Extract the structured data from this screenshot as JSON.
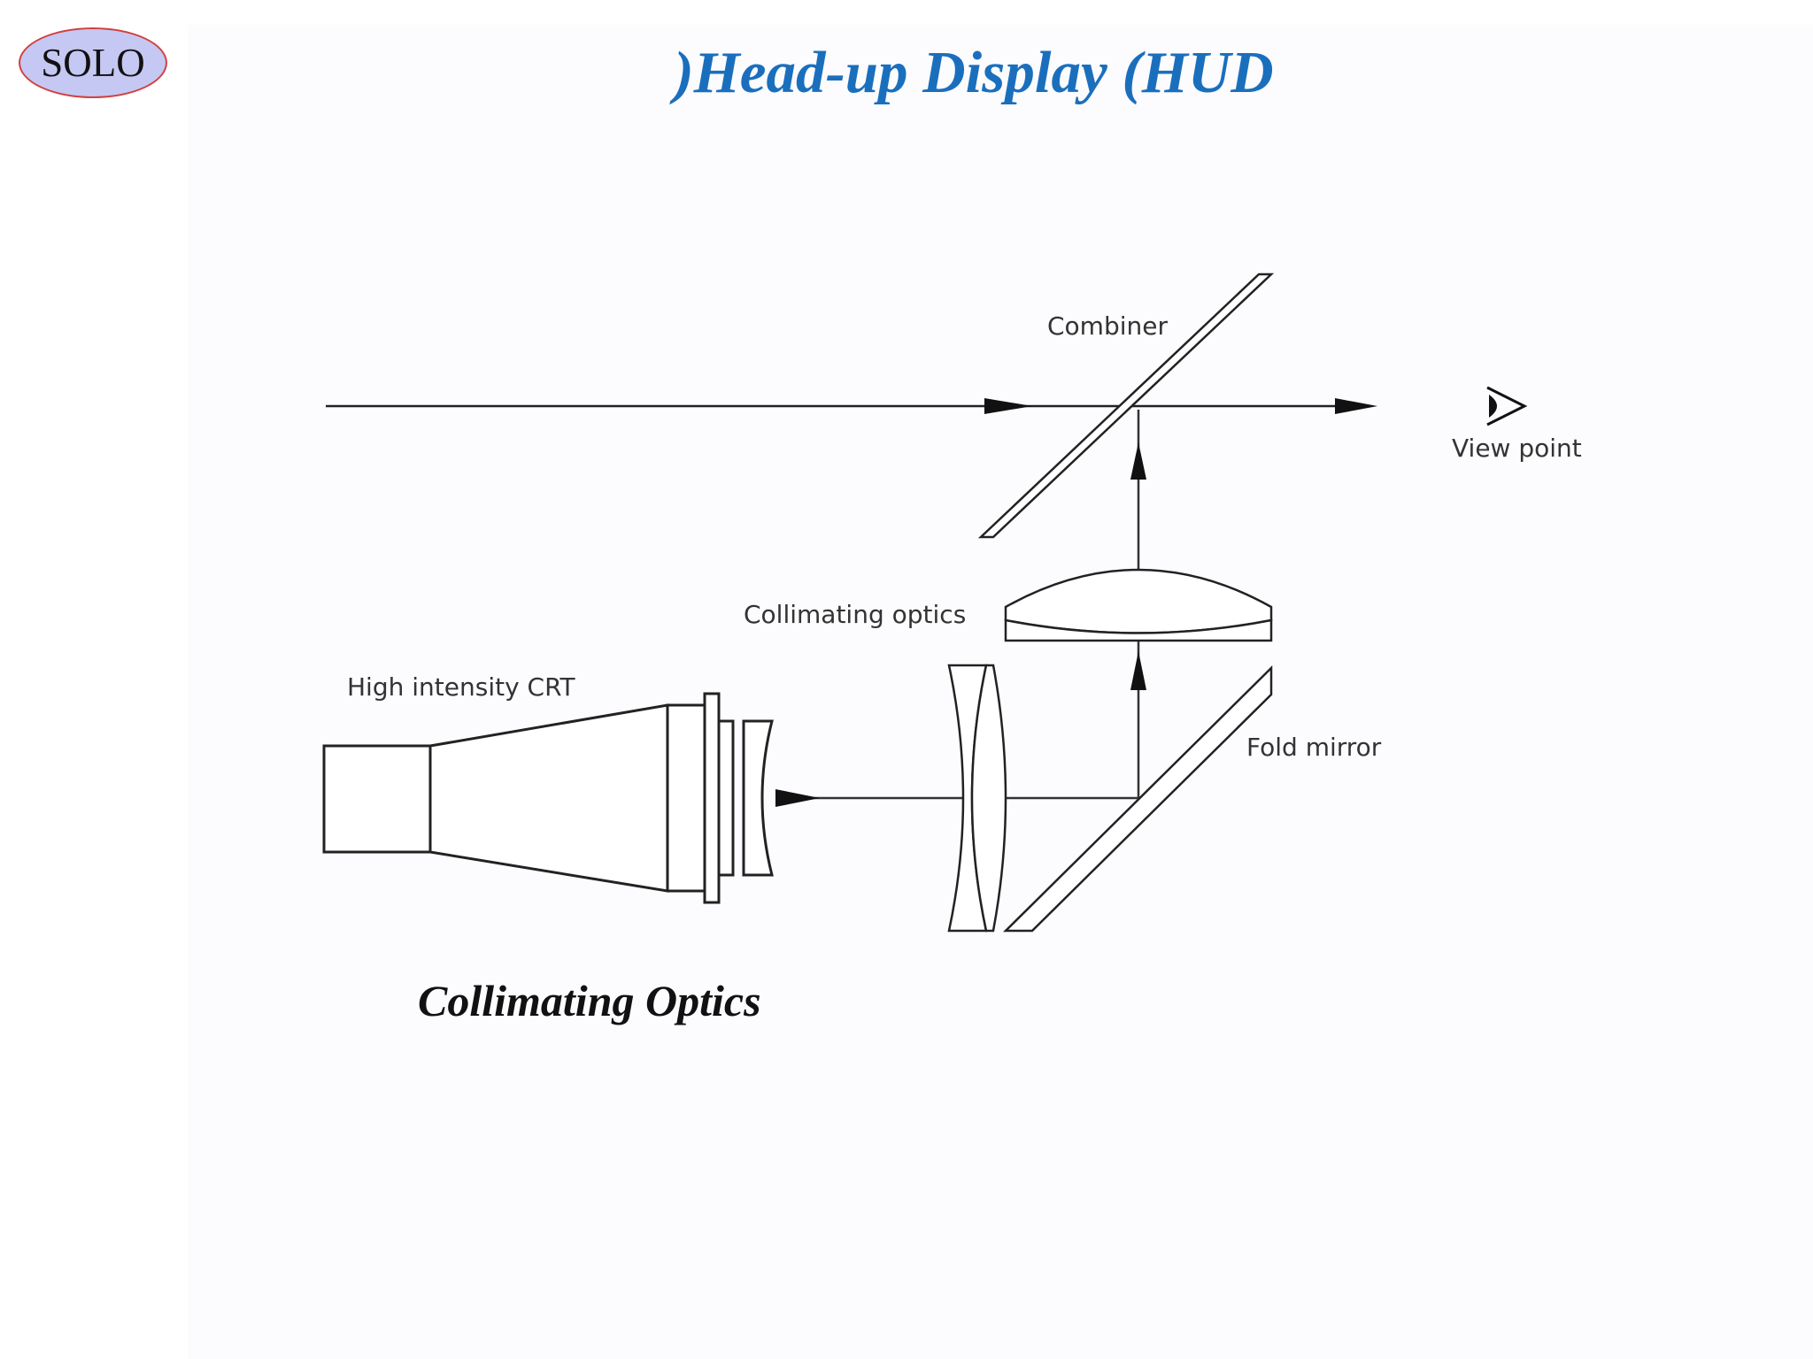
{
  "slide": {
    "logo_text": "SOLO",
    "title": ")Head-up Display (HUD",
    "caption": "Collimating Optics",
    "title_color": "#1a6fbd",
    "logo_fill": "#c5c8f2",
    "logo_border": "#d04040"
  },
  "diagram": {
    "labels": {
      "combiner": "Combiner",
      "view_point": "View point",
      "collimating_optics": "Collimating optics",
      "high_intensity_crt": "High intensity CRT",
      "fold_mirror": "Fold mirror"
    },
    "icons": {
      "viewer": "eye-icon"
    }
  }
}
